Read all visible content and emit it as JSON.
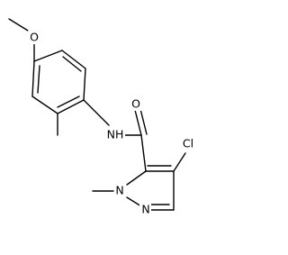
{
  "molecule": {
    "atom_labels": {
      "methoxy_oxygen": "O",
      "amide_nh": "NH",
      "carbonyl_oxygen": "O",
      "chlorine": "Cl",
      "ring_n1": "N",
      "ring_n2": "N"
    }
  }
}
